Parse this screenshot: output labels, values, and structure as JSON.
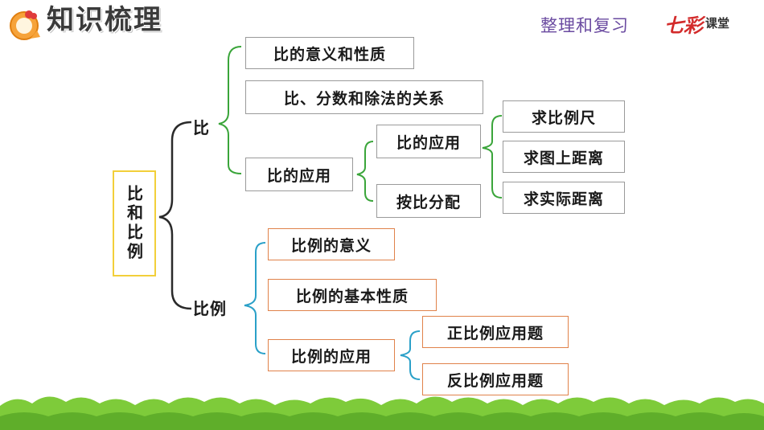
{
  "header": {
    "title": "知识梳理",
    "subtitle": "整理和复习",
    "brand_mark": "七彩",
    "brand_text": "课堂"
  },
  "diagram": {
    "root": "比和比例",
    "branches": {
      "ratio": {
        "label": "比",
        "items": [
          "比的意义和性质",
          "比、分数和除法的关系",
          "比的应用"
        ],
        "application": {
          "items": [
            "比的应用",
            "按比分配"
          ],
          "examples": [
            "求比例尺",
            "求图上距离",
            "求实际距离"
          ]
        }
      },
      "proportion": {
        "label": "比例",
        "items": [
          "比例的意义",
          "比例的基本性质",
          "比例的应用"
        ],
        "application": {
          "items": [
            "正比例应用题",
            "反比例应用题"
          ]
        }
      }
    }
  },
  "colors": {
    "title": "#3b3b3b",
    "subtitle": "#6a4aa0",
    "brace_dark": "#2a2a2a",
    "brace_green": "#3aa53a",
    "brace_teal": "#2aa0c8",
    "box_gray": "#9a9a9a",
    "box_orange": "#e0824a",
    "box_yellow": "#f2cf3a",
    "grass": "#7ecb3a"
  }
}
